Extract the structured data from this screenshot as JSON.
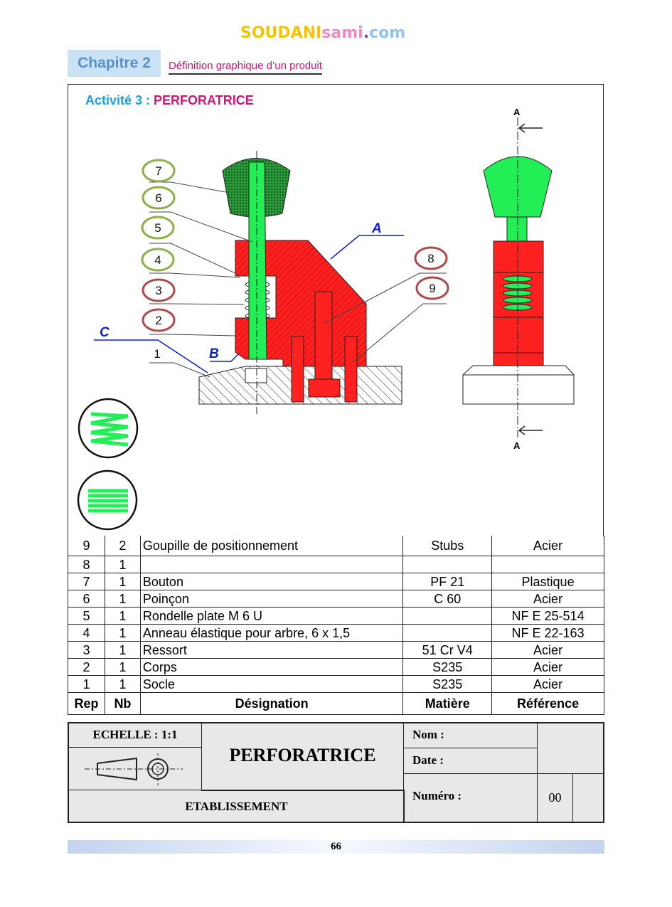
{
  "header": {
    "logo_parts": [
      "SOUDANI",
      "sami",
      ".",
      "com"
    ],
    "chapter": "Chapitre 2",
    "subtitle": "Définition graphique d’un produit"
  },
  "activity": {
    "label": "Activité 3 :",
    "title": "PERFORATRICE"
  },
  "drawing": {
    "callouts": [
      "1",
      "2",
      "3",
      "4",
      "5",
      "6",
      "7",
      "8",
      "9"
    ],
    "letters": {
      "A": "A",
      "B": "B",
      "C": "C"
    },
    "section_marks": [
      "A",
      "A"
    ],
    "colors": {
      "body": "#ff2020",
      "punch": "#22ee55",
      "base_hatch": "#222222",
      "leader_blue": "#0a1ee0",
      "callout_green": "#8db04a",
      "callout_red": "#b04a4a"
    }
  },
  "nomenclature": {
    "rows": [
      {
        "rep": "9",
        "nb": "2",
        "designation": "Goupille de positionnement",
        "matiere": "Stubs",
        "reference": "Acier"
      },
      {
        "rep": "8",
        "nb": "1",
        "designation": "",
        "matiere": "",
        "reference": ""
      },
      {
        "rep": "7",
        "nb": "1",
        "designation": "Bouton",
        "matiere": "PF 21",
        "reference": "Plastique"
      },
      {
        "rep": "6",
        "nb": "1",
        "designation": "Poinçon",
        "matiere": "C 60",
        "reference": "Acier"
      },
      {
        "rep": "5",
        "nb": "1",
        "designation": "Rondelle plate M 6 U",
        "matiere": "",
        "reference": "NF E 25-514"
      },
      {
        "rep": "4",
        "nb": "1",
        "designation": "Anneau élastique pour arbre, 6 x 1,5",
        "matiere": "",
        "reference": "NF E 22-163"
      },
      {
        "rep": "3",
        "nb": "1",
        "designation": "Ressort",
        "matiere": "51 Cr V4",
        "reference": "Acier"
      },
      {
        "rep": "2",
        "nb": "1",
        "designation": "Corps",
        "matiere": "S235",
        "reference": "Acier"
      },
      {
        "rep": "1",
        "nb": "1",
        "designation": "Socle",
        "matiere": "S235",
        "reference": "Acier"
      }
    ],
    "headers": {
      "rep": "Rep",
      "nb": "Nb",
      "designation": "Désignation",
      "matiere": "Matière",
      "reference": "Référence"
    }
  },
  "title_block": {
    "scale": "ECHELLE : 1:1",
    "title": "PERFORATRICE",
    "establishment": "ETABLISSEMENT",
    "name_label": "Nom :",
    "date_label": "Date :",
    "number_label": "Numéro :",
    "number": "00"
  },
  "footer": {
    "page": "66"
  }
}
